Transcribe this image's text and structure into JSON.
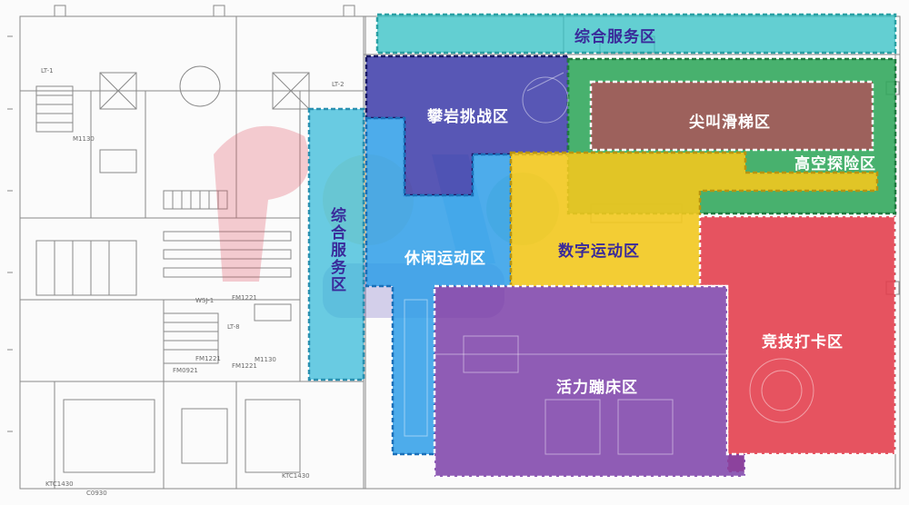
{
  "zones": {
    "service_top": {
      "label": "综合服务区",
      "color": "#30c0c4"
    },
    "service_left": {
      "label": "综合服务区",
      "color": "#30b8d8"
    },
    "climbing": {
      "label": "攀岩挑战区",
      "color": "#3b3aa8"
    },
    "slide": {
      "label": "尖叫滑梯区",
      "color": "#a55a5a"
    },
    "high_altitude": {
      "label": "高空探险区",
      "color": "#2fa65a"
    },
    "leisure_sports": {
      "label": "休闲运动区",
      "color": "#2e9de8"
    },
    "digital_sports": {
      "label": "数字运动区",
      "color": "#f2c81e"
    },
    "trampoline": {
      "label": "活力蹦床区",
      "color": "#7b3fa8"
    },
    "competitive": {
      "label": "竞技打卡区",
      "color": "#e23b4a"
    }
  },
  "plan_labels": {
    "lt1": "LT-1",
    "lt2": "LT-2",
    "lt8": "LT-8",
    "wsj1": "WSJ-1",
    "fm1": "FM1221",
    "fm2": "FM1221",
    "fm3": "FM1221",
    "fm4": "FM0921",
    "m1": "M1130",
    "m2": "M1130",
    "ktc": "KTC1430",
    "ktc2": "KTC1430",
    "d1": "C0930"
  }
}
